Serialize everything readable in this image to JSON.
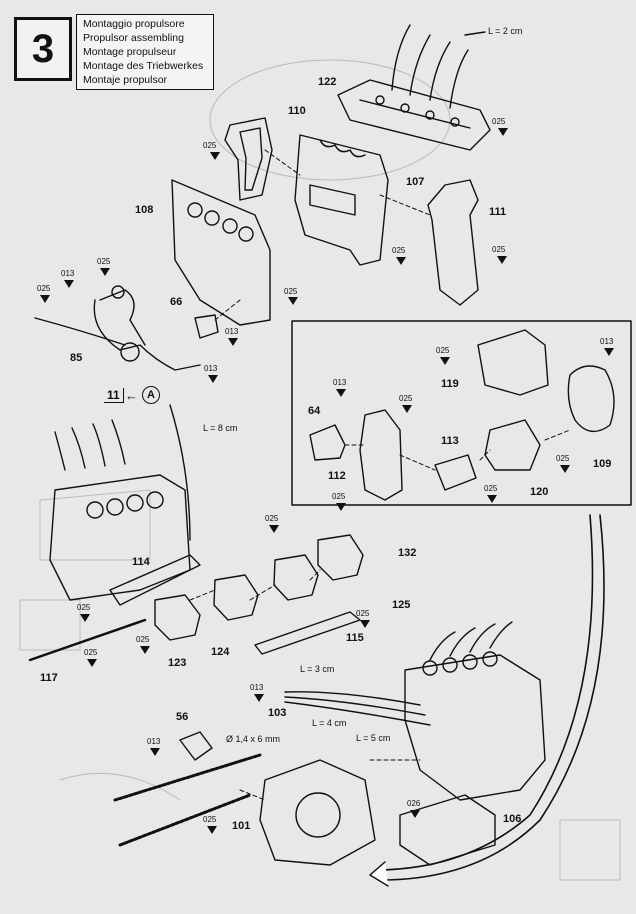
{
  "step": {
    "number": "3"
  },
  "title_lines": [
    "Montaggio propulsore",
    "Propulsor assembling",
    "Montage propulseur",
    "Montage des Triebwerkes",
    "Montaje propulsor"
  ],
  "cross_ref": {
    "step": "11",
    "arrow": "←",
    "circle": "A"
  },
  "lengths": {
    "l2": "L = 2 cm",
    "l8": "L = 8 cm",
    "l3": "L = 3 cm",
    "l4": "L = 4 cm",
    "l5": "L = 5 cm",
    "chain": "Ø 1,4 x 6 mm"
  },
  "parts": {
    "p122": "122",
    "p110": "110",
    "p107": "107",
    "p108": "108",
    "p111": "111",
    "p66": "66",
    "p85": "85",
    "p119": "119",
    "p64": "64",
    "p113": "113",
    "p109": "109",
    "p112": "112",
    "p120": "120",
    "p114": "114",
    "p132": "132",
    "p125": "125",
    "p115": "115",
    "p124": "124",
    "p123": "123",
    "p117": "117",
    "p103": "103",
    "p56": "56",
    "p101": "101",
    "p106": "106"
  },
  "codes": {
    "c025": "025",
    "c013": "013",
    "c026": "026"
  },
  "colors": {
    "ink": "#111111",
    "paper": "#e8e8e6"
  }
}
